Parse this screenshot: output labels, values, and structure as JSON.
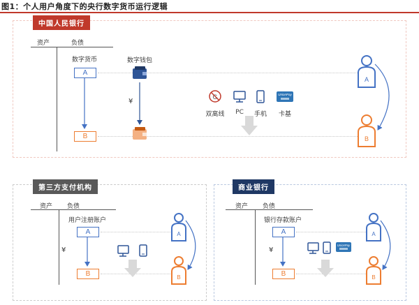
{
  "figure": {
    "title": "图1：个人用户角度下的央行数字货币运行逻辑"
  },
  "central_bank": {
    "title": "中国人民银行",
    "assets_label": "资产",
    "liabilities_label": "负债",
    "account_label": "数字货币",
    "wallet_label": "数字钱包",
    "account_a": "A",
    "account_b": "B",
    "yen": "¥",
    "channels": [
      "双离线",
      "PC",
      "手机",
      "卡基"
    ],
    "card_text": "UnionPay"
  },
  "third_party": {
    "title": "第三方支付机构",
    "assets_label": "资产",
    "liabilities_label": "负债",
    "account_label": "用户注册账户",
    "account_a": "A",
    "account_b": "B",
    "yen": "¥"
  },
  "commercial_bank": {
    "title": "商业银行",
    "assets_label": "资产",
    "liabilities_label": "负债",
    "account_label": "银行存款账户",
    "account_a": "A",
    "account_b": "B",
    "yen": "¥",
    "card_text": "UnionPay"
  },
  "colors": {
    "accent_red": "#c0392b",
    "user_a_blue": "#4472c4",
    "user_b_orange": "#ed7d31",
    "arrow_grey": "#d9d9d9"
  }
}
